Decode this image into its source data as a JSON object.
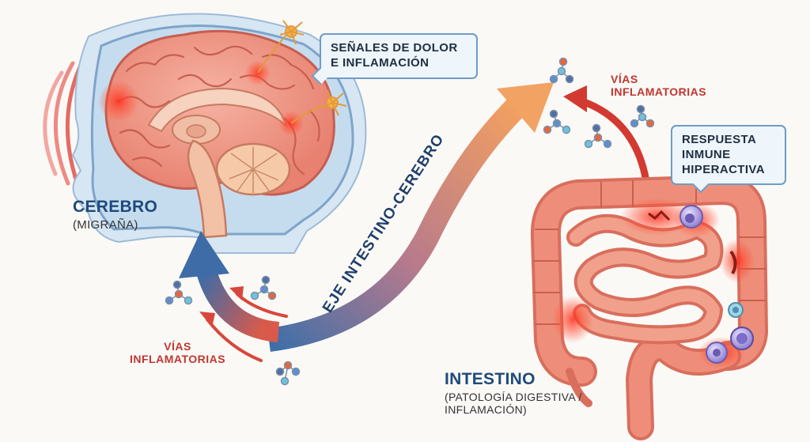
{
  "labels": {
    "brain_title": "CEREBRO",
    "brain_subtitle": "(MIGRAÑA)",
    "axis_label": "EJE INTESTINO-CEREBRO",
    "pathways_top": [
      "VÍAS",
      "INFLAMATORIAS"
    ],
    "pathways_left": [
      "VÍAS",
      "INFLAMATORIAS"
    ],
    "gut_title": "INTESTINO",
    "gut_subtitle": [
      "(PATOLOGÍA DIGESTIVA /",
      "INFLAMACIÓN)"
    ]
  },
  "callouts": {
    "pain_signals": [
      "SEÑALES DE DOLOR",
      "E INFLAMACIÓN"
    ],
    "immune_response": [
      "RESPUESTA",
      "INMUNE",
      "HIPERACTIVA"
    ]
  },
  "colors": {
    "brain_blue": "#1e4a7a",
    "inflammation_red": "#c0362f",
    "tissue": "#ec8a78",
    "arrow_orange": "#f0a062",
    "arrow_blue": "#4d79b0"
  }
}
